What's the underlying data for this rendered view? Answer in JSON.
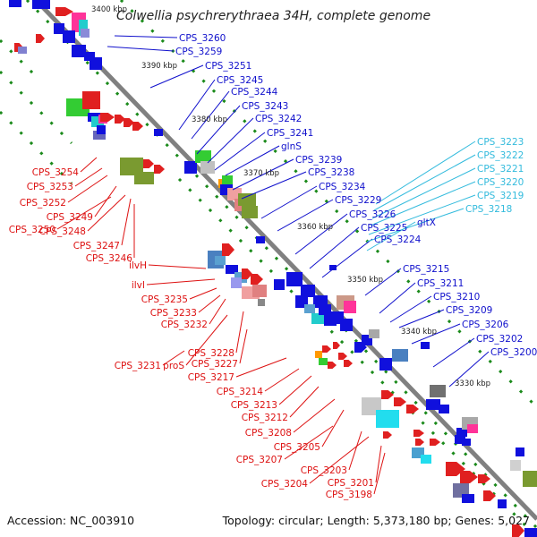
{
  "title": "Colwellia psychrerythraea 34H, complete genome",
  "footer": {
    "accession": "Accession: NC_003910",
    "summary": "Topology: circular; Length: 5,373,180 bp; Genes: 5,027"
  },
  "colors": {
    "backbone": "#808080",
    "forward_label": "#1010cc",
    "reverse_label": "#dd1111",
    "rna_label": "#33bbdd",
    "tick": "#1a8a1a"
  },
  "scale_labels": [
    "3400 kbp",
    "3390 kbp",
    "3380 kbp",
    "3370 kbp",
    "3360 kbp",
    "3350 kbp",
    "3340 kbp",
    "3330 kbp"
  ],
  "forward_labels": [
    "CPS_3260",
    "CPS_3259",
    "CPS_3251",
    "CPS_3245",
    "CPS_3244",
    "CPS_3243",
    "CPS_3242",
    "CPS_3241",
    "glnS",
    "CPS_3239",
    "CPS_3238",
    "CPS_3234",
    "CPS_3229",
    "CPS_3226",
    "CPS_3225",
    "CPS_3224",
    "CPS_3215",
    "CPS_3211",
    "CPS_3210",
    "CPS_3209",
    "CPS_3206",
    "CPS_3202",
    "CPS_3200"
  ],
  "rna_labels": [
    "CPS_3223",
    "CPS_3222",
    "CPS_3221",
    "CPS_3220",
    "CPS_3219",
    "CPS_3218",
    "gltX"
  ],
  "reverse_labels": [
    "CPS_3254",
    "CPS_3253",
    "CPS_3252",
    "CPS_3249",
    "CPS_3250",
    "CPS_3248",
    "CPS_3247",
    "CPS_3246",
    "ilvH",
    "ilvI",
    "CPS_3235",
    "CPS_3233",
    "CPS_3232",
    "CPS_3228",
    "proS",
    "CPS_3231",
    "CPS_3227",
    "CPS_3217",
    "CPS_3214",
    "CPS_3213",
    "CPS_3212",
    "CPS_3208",
    "CPS_3205",
    "CPS_3207",
    "CPS_3203",
    "CPS_3204",
    "CPS_3201",
    "CPS_3198"
  ]
}
